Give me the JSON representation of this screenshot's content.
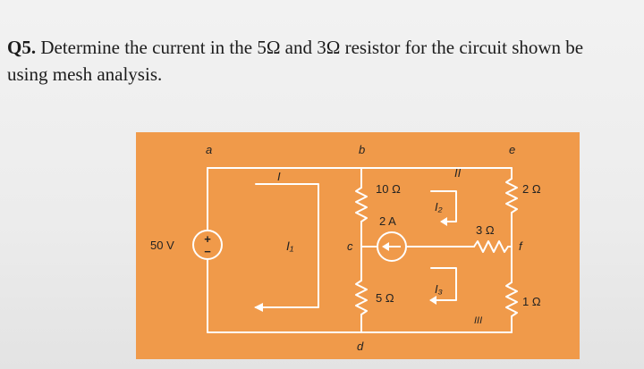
{
  "question": {
    "number": "Q5.",
    "text_line1": "Determine the current in the 5Ω and 3Ω resistor for the circuit shown be",
    "text_line2": "using mesh analysis."
  },
  "circuit": {
    "node_labels": {
      "a": "a",
      "b": "b",
      "c": "c",
      "d": "d",
      "e": "e",
      "f": "f"
    },
    "mesh_labels": {
      "I1": "I₁",
      "I2": "I₂",
      "I3": "I₃",
      "roman_I": "I",
      "roman_II": "II",
      "roman_III": "III"
    },
    "voltage_source": {
      "label": "50 V",
      "plus": "+",
      "minus": "−"
    },
    "current_source": {
      "label": "2 A"
    },
    "resistors": {
      "r10": "10 Ω",
      "r3": "3 Ω",
      "r2": "2 Ω",
      "r5": "5 Ω",
      "r1": "1 Ω"
    },
    "colors": {
      "background": "#f09a4a",
      "wire": "#ffffff",
      "text": "#222222"
    }
  }
}
